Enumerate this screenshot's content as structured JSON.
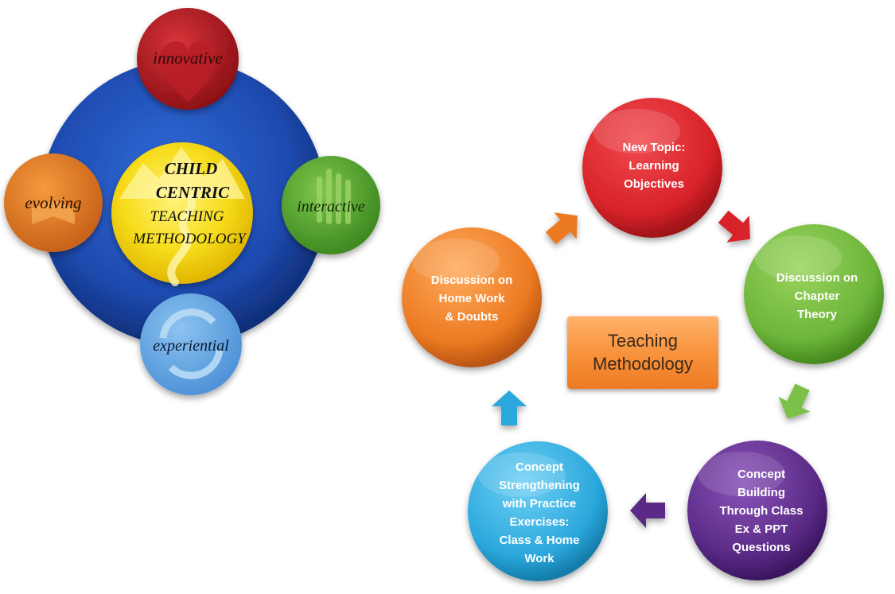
{
  "left_diagram": {
    "center": [
      "CHILD",
      "CENTRIC",
      "TEACHING",
      "METHODOLOGY"
    ],
    "petals": {
      "top": "innovative",
      "right": "interactive",
      "bottom": "experiential",
      "left": "evolving"
    }
  },
  "cycle_diagram": {
    "center_box": [
      "Teaching",
      "Methodology"
    ],
    "steps": [
      {
        "lines": [
          "New Topic:",
          "Learning",
          "Objectives"
        ],
        "color": "#d8232a"
      },
      {
        "lines": [
          "Discussion on",
          "Chapter",
          "Theory"
        ],
        "color": "#6db53a"
      },
      {
        "lines": [
          "Concept",
          "Building",
          "Through Class",
          "Ex & PPT",
          "Questions"
        ],
        "color": "#5a2a86"
      },
      {
        "lines": [
          "Concept",
          "Strengthening",
          "with Practice",
          "Exercises:",
          "Class & Home",
          "Work"
        ],
        "color": "#2aa7dc"
      },
      {
        "lines": [
          "Discussion on",
          "Home Work",
          "& Doubts"
        ],
        "color": "#ec7a22"
      }
    ]
  }
}
